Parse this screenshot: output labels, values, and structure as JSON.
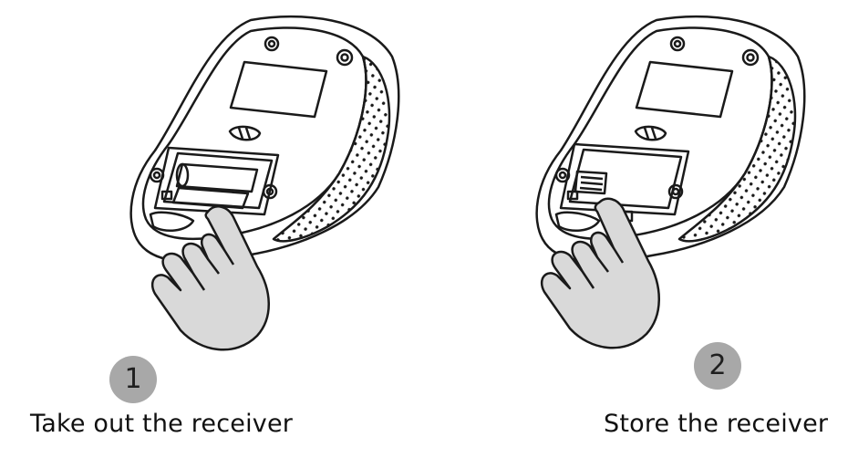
{
  "steps": [
    {
      "number": "1",
      "caption": "Take out the receiver"
    },
    {
      "number": "2",
      "caption": "Store the receiver"
    }
  ],
  "colors": {
    "line": "#1a1a1a",
    "hand_fill": "#d9d9d9",
    "badge": "#a8a8a8"
  },
  "icons": {
    "device": "wireless-mouse-underside",
    "pointer": "hand-icon"
  }
}
